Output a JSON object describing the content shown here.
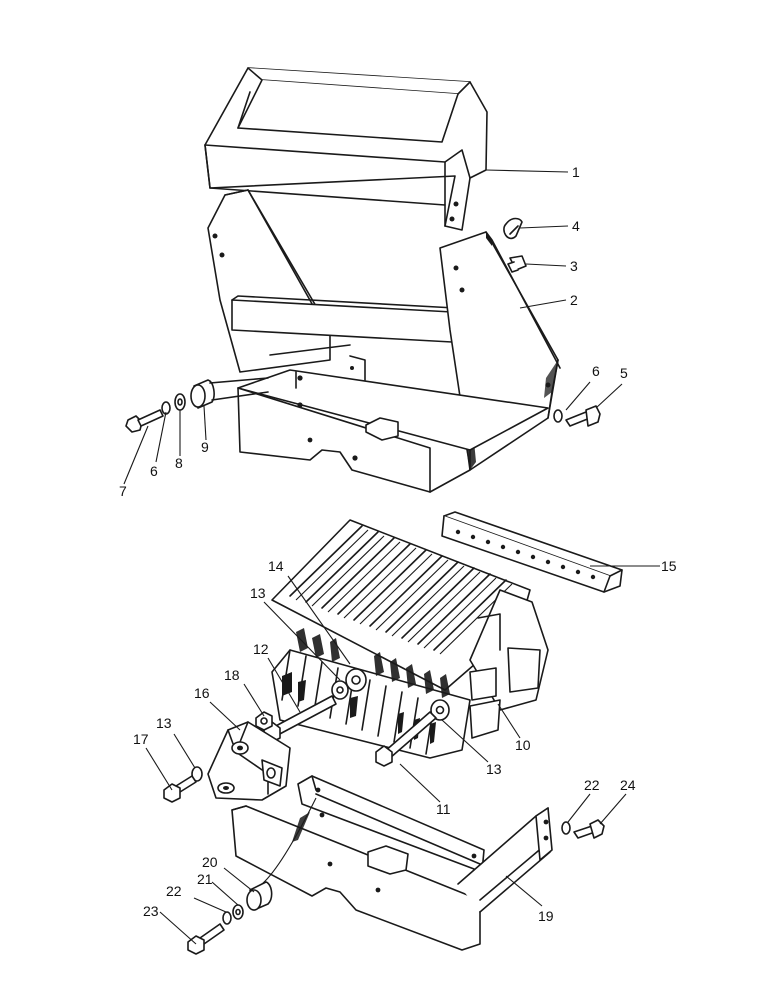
{
  "diagram": {
    "callouts": [
      {
        "id": "c1",
        "label": "1"
      },
      {
        "id": "c2",
        "label": "2"
      },
      {
        "id": "c3",
        "label": "3"
      },
      {
        "id": "c4",
        "label": "4"
      },
      {
        "id": "c5",
        "label": "5"
      },
      {
        "id": "c6a",
        "label": "6"
      },
      {
        "id": "c6b",
        "label": "6"
      },
      {
        "id": "c7",
        "label": "7"
      },
      {
        "id": "c8",
        "label": "8"
      },
      {
        "id": "c9",
        "label": "9"
      },
      {
        "id": "c10",
        "label": "10"
      },
      {
        "id": "c11",
        "label": "11"
      },
      {
        "id": "c12",
        "label": "12"
      },
      {
        "id": "c13a",
        "label": "13"
      },
      {
        "id": "c13b",
        "label": "13"
      },
      {
        "id": "c13c",
        "label": "13"
      },
      {
        "id": "c14",
        "label": "14"
      },
      {
        "id": "c15",
        "label": "15"
      },
      {
        "id": "c16",
        "label": "16"
      },
      {
        "id": "c17",
        "label": "17"
      },
      {
        "id": "c18",
        "label": "18"
      },
      {
        "id": "c19",
        "label": "19"
      },
      {
        "id": "c20",
        "label": "20"
      },
      {
        "id": "c21",
        "label": "21"
      },
      {
        "id": "c22a",
        "label": "22"
      },
      {
        "id": "c22b",
        "label": "22"
      },
      {
        "id": "c23",
        "label": "23"
      },
      {
        "id": "c24",
        "label": "24"
      }
    ]
  }
}
